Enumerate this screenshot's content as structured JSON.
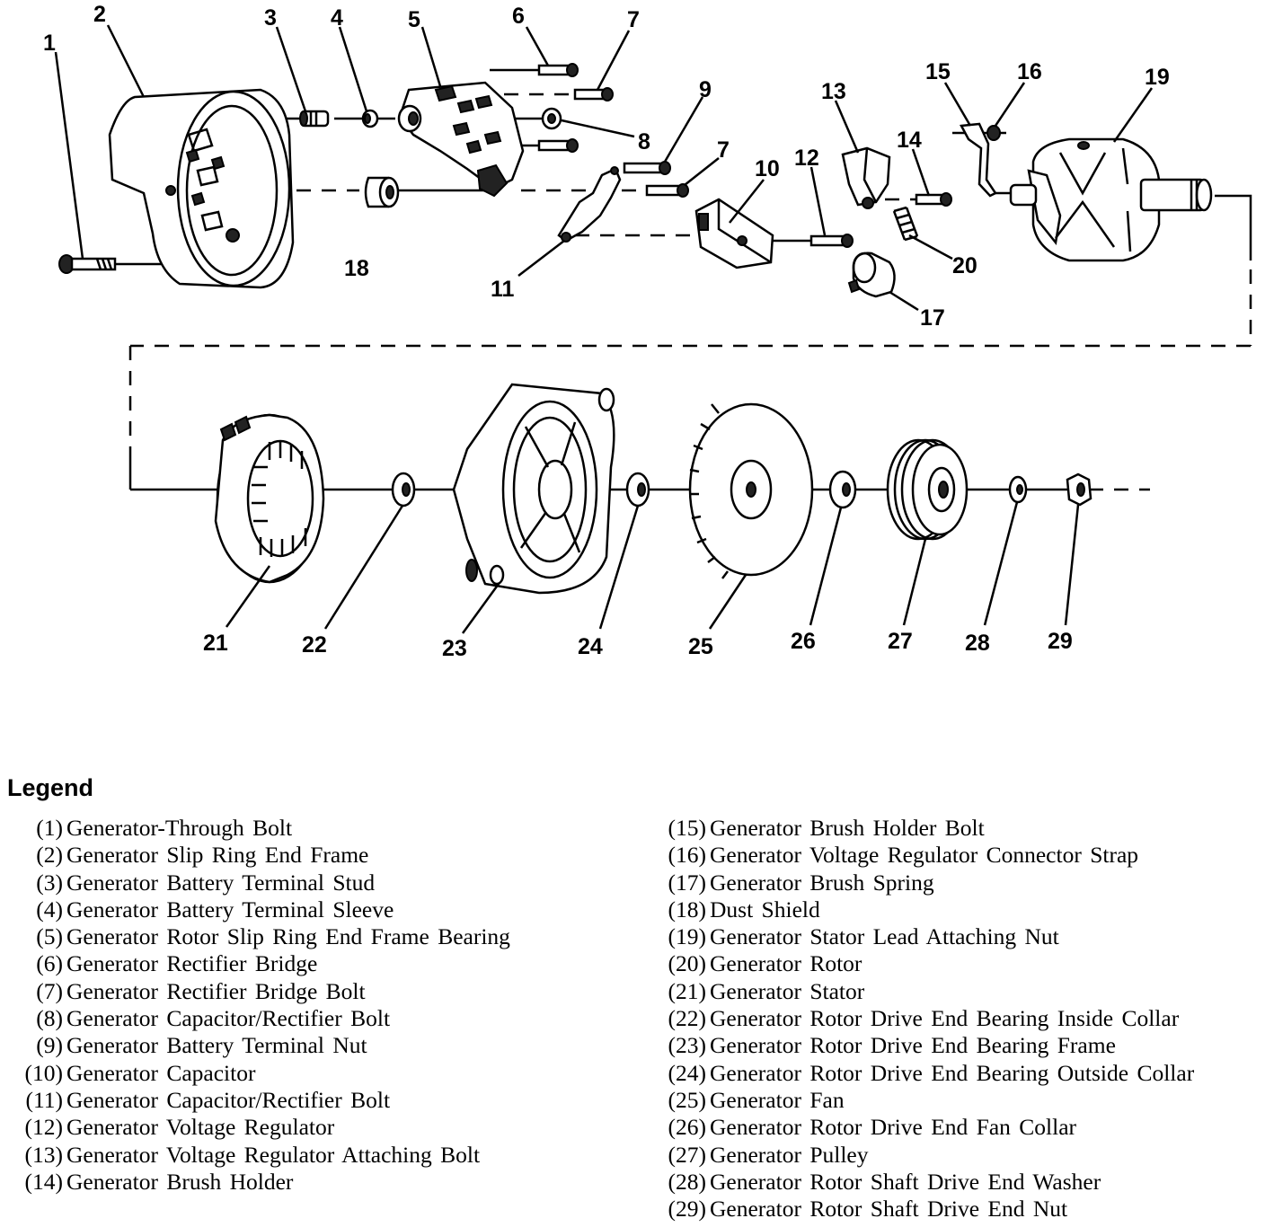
{
  "callouts": [
    "1",
    "2",
    "3",
    "4",
    "5",
    "6",
    "7",
    "8",
    "9",
    "7",
    "11",
    "10",
    "12",
    "13",
    "14",
    "15",
    "16",
    "19",
    "20",
    "17",
    "18",
    "21",
    "22",
    "23",
    "24",
    "25",
    "26",
    "27",
    "28",
    "29"
  ],
  "legend": {
    "title": "Legend",
    "left": [
      {
        "num": "(1)",
        "text": "Generator-Through Bolt"
      },
      {
        "num": "(2)",
        "text": "Generator Slip Ring End Frame"
      },
      {
        "num": "(3)",
        "text": "Generator Battery Terminal Stud"
      },
      {
        "num": "(4)",
        "text": "Generator Battery Terminal Sleeve"
      },
      {
        "num": "(5)",
        "text": "Generator Rotor Slip Ring End Frame Bearing"
      },
      {
        "num": "(6)",
        "text": "Generator Rectifier Bridge"
      },
      {
        "num": "(7)",
        "text": "Generator Rectifier Bridge Bolt"
      },
      {
        "num": "(8)",
        "text": "Generator Capacitor/Rectifier Bolt"
      },
      {
        "num": "(9)",
        "text": "Generator Battery Terminal Nut"
      },
      {
        "num": "(10)",
        "text": "Generator Capacitor"
      },
      {
        "num": "(11)",
        "text": "Generator Capacitor/Rectifier Bolt"
      },
      {
        "num": "(12)",
        "text": "Generator Voltage Regulator"
      },
      {
        "num": "(13)",
        "text": "Generator Voltage Regulator Attaching Bolt"
      },
      {
        "num": "(14)",
        "text": "Generator Brush Holder"
      }
    ],
    "right": [
      {
        "num": "(15)",
        "text": "Generator Brush Holder Bolt"
      },
      {
        "num": "(16)",
        "text": "Generator Voltage Regulator Connector Strap"
      },
      {
        "num": "(17)",
        "text": "Generator Brush Spring"
      },
      {
        "num": "(18)",
        "text": "Dust Shield"
      },
      {
        "num": "(19)",
        "text": "Generator Stator Lead Attaching Nut"
      },
      {
        "num": "(20)",
        "text": "Generator Rotor"
      },
      {
        "num": "(21)",
        "text": "Generator Stator"
      },
      {
        "num": "(22)",
        "text": "Generator Rotor Drive End Bearing Inside Collar"
      },
      {
        "num": "(23)",
        "text": "Generator Rotor Drive End Bearing Frame"
      },
      {
        "num": "(24)",
        "text": "Generator Rotor Drive End Bearing Outside Collar"
      },
      {
        "num": "(25)",
        "text": "Generator Fan"
      },
      {
        "num": "(26)",
        "text": "Generator Rotor Drive End Fan Collar"
      },
      {
        "num": "(27)",
        "text": "Generator Pulley"
      },
      {
        "num": "(28)",
        "text": "Generator Rotor Shaft Drive End Washer"
      },
      {
        "num": "(29)",
        "text": "Generator Rotor Shaft Drive End Nut"
      }
    ]
  }
}
